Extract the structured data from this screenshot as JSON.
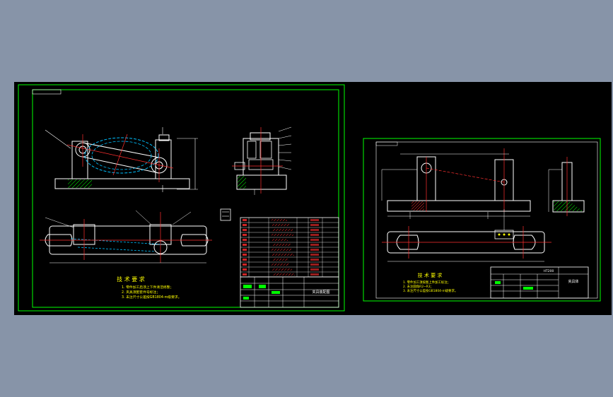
{
  "colors": {
    "desktop": "#8794a8",
    "paper": "#000000",
    "frame": "#00ff00",
    "outline": "#ffffff",
    "centerline": "#ff3030",
    "hidden": "#00c0ff",
    "hatch": "#00ff00",
    "annotation": "#ffff00"
  },
  "sheet1": {
    "notes_title": "技 术 要 求",
    "notes": [
      "1.  零件加工后须上下件清洁修整；",
      "2.  夹具须配套件号标注；",
      "3.  未注尺寸公差按GB1804-m级要求。"
    ],
    "title_block_label": "夹具装配图"
  },
  "sheet2": {
    "notes_title": "技 术 要 求",
    "notes": [
      "1.  零件加工须按图上件加工标注；",
      "2.  未注圆角R2~R3；",
      "3.  未注尺寸公差按GB1804-m级要求。"
    ],
    "material": "HT200",
    "title_block_label": "夹具体"
  }
}
